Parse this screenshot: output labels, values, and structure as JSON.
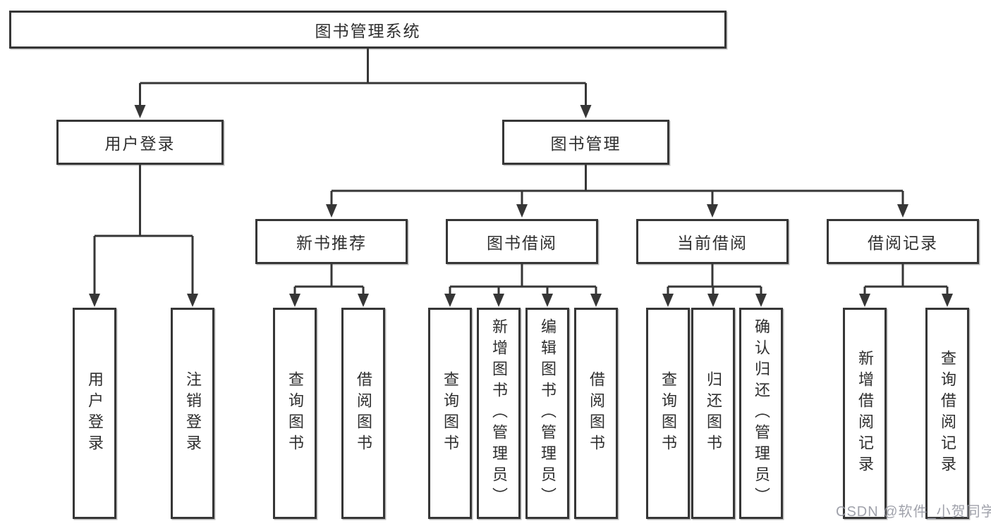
{
  "diagram": {
    "root_label": "图书管理系统",
    "branches": [
      {
        "label": "用户登录",
        "children": [
          "用户登录",
          "注销登录"
        ]
      },
      {
        "label": "图书管理",
        "sections": [
          {
            "label": "新书推荐",
            "children": [
              "查询图书",
              "借阅图书"
            ]
          },
          {
            "label": "图书借阅",
            "children": [
              "查询图书",
              "新增图书（管理员）",
              "编辑图书（管理员）",
              "借阅图书"
            ]
          },
          {
            "label": "当前借阅",
            "children": [
              "查询图书",
              "归还图书",
              "确认归还（管理员）"
            ]
          },
          {
            "label": "借阅记录",
            "children": [
              "新增借阅记录",
              "查询借阅记录"
            ]
          }
        ]
      }
    ]
  },
  "watermark": {
    "text": "CSDN @软件_小贺同学"
  },
  "colors": {
    "line": "#363636",
    "box_border": "#363636",
    "text": "#2f2f2f",
    "watermark": "#9698a2",
    "background": "#ffffff"
  }
}
